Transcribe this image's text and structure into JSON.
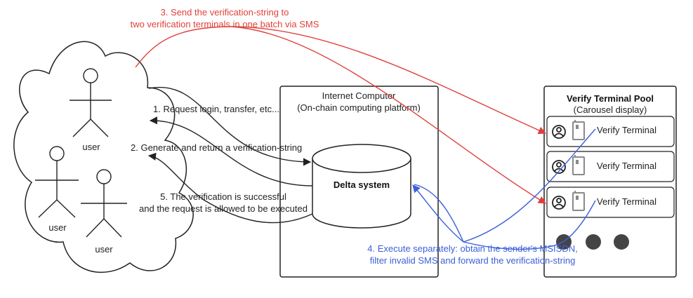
{
  "actors": {
    "user_top": "user",
    "user_left": "user",
    "user_right": "user"
  },
  "messages": {
    "step1": "1. Request login, transfer, etc...",
    "step2": "2. Generate and return a verification-string",
    "step3_line1": "3. Send the verification-string to",
    "step3_line2": "two verification terminals in one batch via SMS",
    "step4_line1": "4. Execute separately: obtain the sender's MSISDN,",
    "step4_line2": "filter invalid SMS and forward the verification-string",
    "step5_line1": "5. The verification is successful",
    "step5_line2": "and the request is allowed to be executed"
  },
  "internet_computer": {
    "title_line1": "Internet Computer",
    "title_line2": "(On-chain computing platform)",
    "delta_label": "Delta system"
  },
  "terminal_pool": {
    "title": "Verify Terminal Pool",
    "subtitle": "(Carousel display)",
    "terminals": [
      {
        "label": "Verify Terminal"
      },
      {
        "label": "Verify Terminal"
      },
      {
        "label": "Verify Terminal"
      }
    ],
    "carousel_dots": 3
  },
  "colors": {
    "red": "#e0403a",
    "blue": "#3b5fd9",
    "dark": "#222222",
    "gray": "#8a8a8a"
  }
}
